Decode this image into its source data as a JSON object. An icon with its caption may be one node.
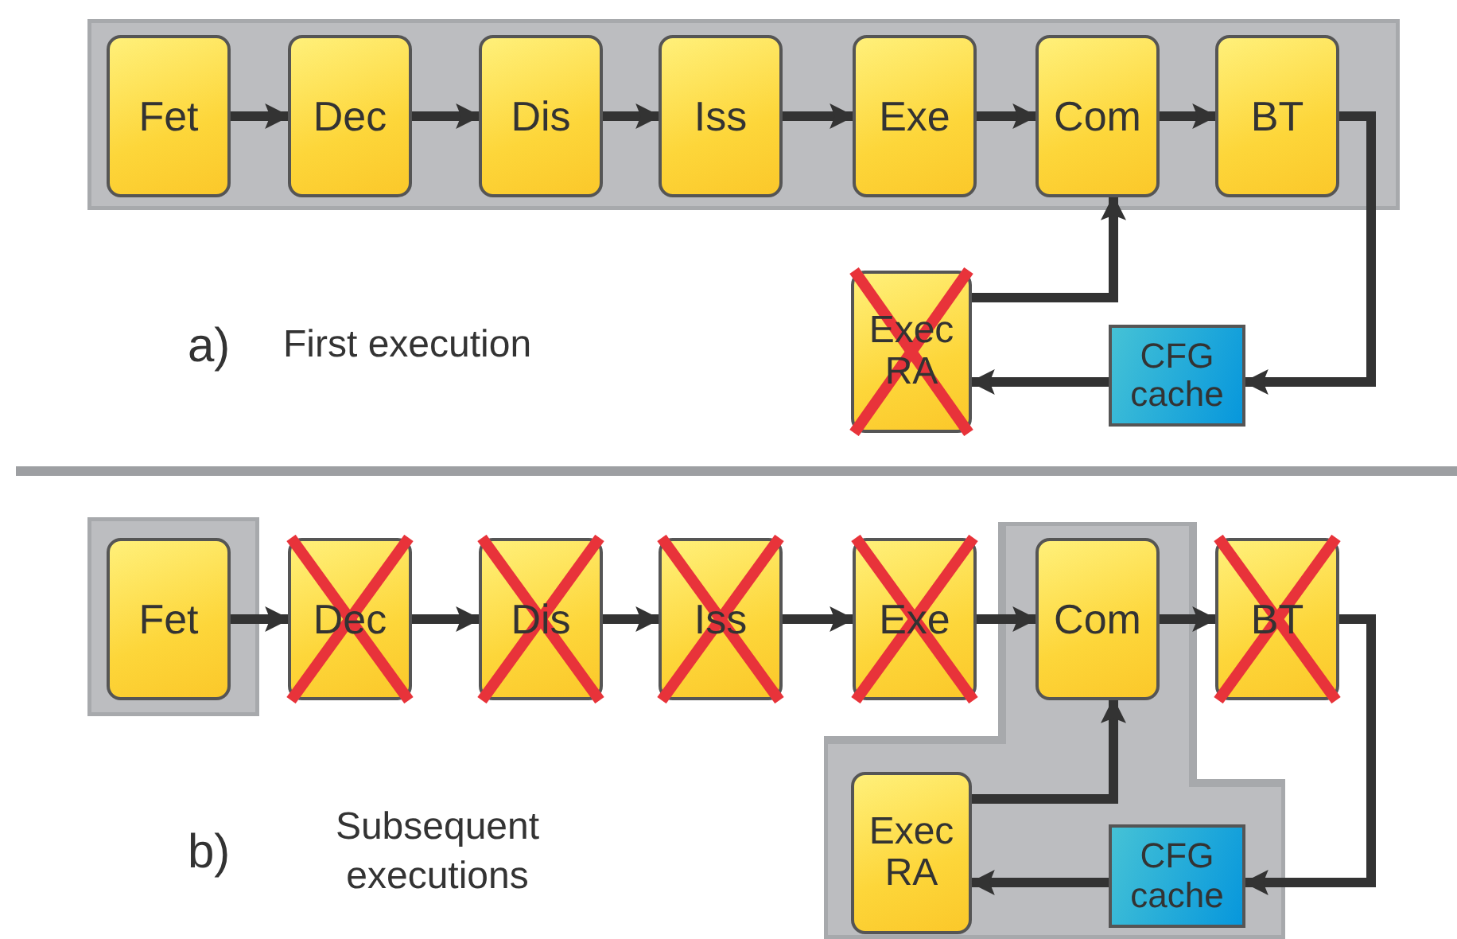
{
  "diagram": {
    "nodes": [
      {
        "text": [],
        "shape": "box"
      },
      {
        "text": [
          "Fet"
        ],
        "in": 0
      },
      {
        "text": [
          "Dec"
        ],
        "in": 0
      },
      {
        "text": [
          "Dis"
        ],
        "in": 0
      },
      {
        "text": [
          "Iss"
        ],
        "in": 0
      },
      {
        "text": [
          "Exe"
        ],
        "in": 0
      },
      {
        "text": [
          "Com"
        ],
        "in": 0
      },
      {
        "text": [
          "BT"
        ],
        "in": 0
      },
      {
        "text": [
          "Exec RA"
        ]
      },
      {
        "text": [
          "CFG cache"
        ]
      },
      {
        "text": [],
        "shape": "box"
      },
      {
        "text": [
          "Fet"
        ],
        "in": 10
      },
      {
        "text": [
          "Dec"
        ]
      },
      {
        "text": [
          "Dis"
        ]
      },
      {
        "text": [
          "Iss"
        ]
      },
      {
        "text": [
          "Exe"
        ]
      },
      {
        "text": [],
        "shape": "box"
      },
      {
        "text": [
          "Com"
        ],
        "in": 16
      },
      {
        "text": [
          "BT"
        ]
      },
      {
        "text": [
          "Exec RA"
        ],
        "in": 16
      },
      {
        "text": [
          "CFG cache"
        ],
        "in": 16
      }
    ],
    "edges": [
      {
        "from": 1,
        "to": 2,
        "arrow": "to"
      },
      {
        "from": 2,
        "to": 3,
        "arrow": "to"
      },
      {
        "from": 3,
        "to": 4,
        "arrow": "to"
      },
      {
        "from": 4,
        "to": 5,
        "arrow": "to"
      },
      {
        "from": 5,
        "to": 6,
        "arrow": "to"
      },
      {
        "from": 6,
        "to": 7,
        "arrow": "to"
      },
      {
        "from": 7,
        "to": 9,
        "arrow": "to"
      },
      {
        "from": 9,
        "to": 8,
        "arrow": "to"
      },
      {
        "from": 8,
        "to": 6,
        "arrow": "to"
      },
      {
        "from": 11,
        "to": 12,
        "arrow": "to"
      },
      {
        "from": 12,
        "to": 13,
        "arrow": "to"
      },
      {
        "from": 13,
        "to": 14,
        "arrow": "to"
      },
      {
        "from": 14,
        "to": 15,
        "arrow": "to"
      },
      {
        "from": 15,
        "to": 17,
        "arrow": "to"
      },
      {
        "from": 17,
        "to": 18,
        "arrow": "to"
      },
      {
        "from": 18,
        "to": 20,
        "arrow": "to"
      },
      {
        "from": 20,
        "to": 19,
        "arrow": "to"
      },
      {
        "from": 19,
        "to": 17,
        "arrow": "to"
      }
    ],
    "labels": [
      "a)",
      "First execution",
      "b)",
      "Subsequent executions"
    ]
  }
}
